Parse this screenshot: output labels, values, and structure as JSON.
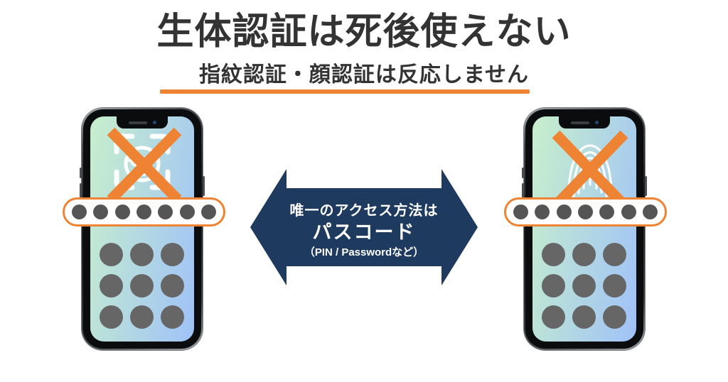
{
  "header": {
    "title": "生体認証は死後使えない",
    "subtitle": "指紋認証・顔認証は反応しません"
  },
  "arrow": {
    "line1": "唯一のアクセス方法は",
    "line2": "パスコード",
    "line3": "（PIN / Passwordなど）"
  },
  "phones": {
    "left_icon": "face-id-icon",
    "right_icon": "fingerprint-icon",
    "crossed_out": true,
    "passcode_dot_count": 7,
    "keypad": {
      "rows": 3,
      "cols": 3
    }
  },
  "colors": {
    "page_bg": "#ffffff",
    "text_dark": "#333333",
    "accent_orange": "#ED8333",
    "arrow_navy": "#1E3A5F",
    "screen_start": "#C7EFCC",
    "screen_end": "#9FC2F8",
    "keypad_dot": "#666666",
    "passcode_dot": "#555555",
    "pill_bg": "#ffffff",
    "bezel_black": "#0B0C0E"
  }
}
